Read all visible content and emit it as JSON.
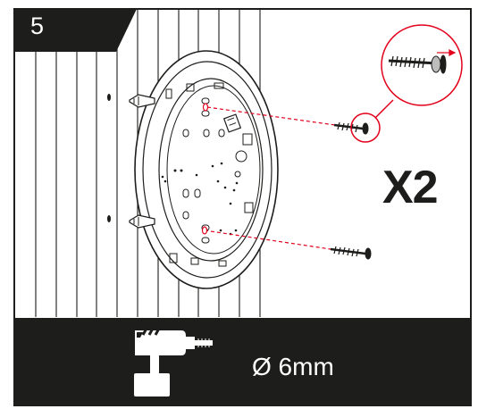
{
  "step": {
    "number": "5"
  },
  "quantity": {
    "label": "X2"
  },
  "drill": {
    "size_label": "Ø 6mm",
    "icon": "drill-icon"
  },
  "icons": [
    "screw-icon",
    "screw-detail-icon",
    "wall-plug-icon",
    "ceiling-base-icon"
  ],
  "colors": {
    "frame": "#1d1d1b",
    "guide_dash": "#e3001b",
    "detail_circle": "#e3001b",
    "panel_text": "#ffffff",
    "background": "#ffffff"
  }
}
